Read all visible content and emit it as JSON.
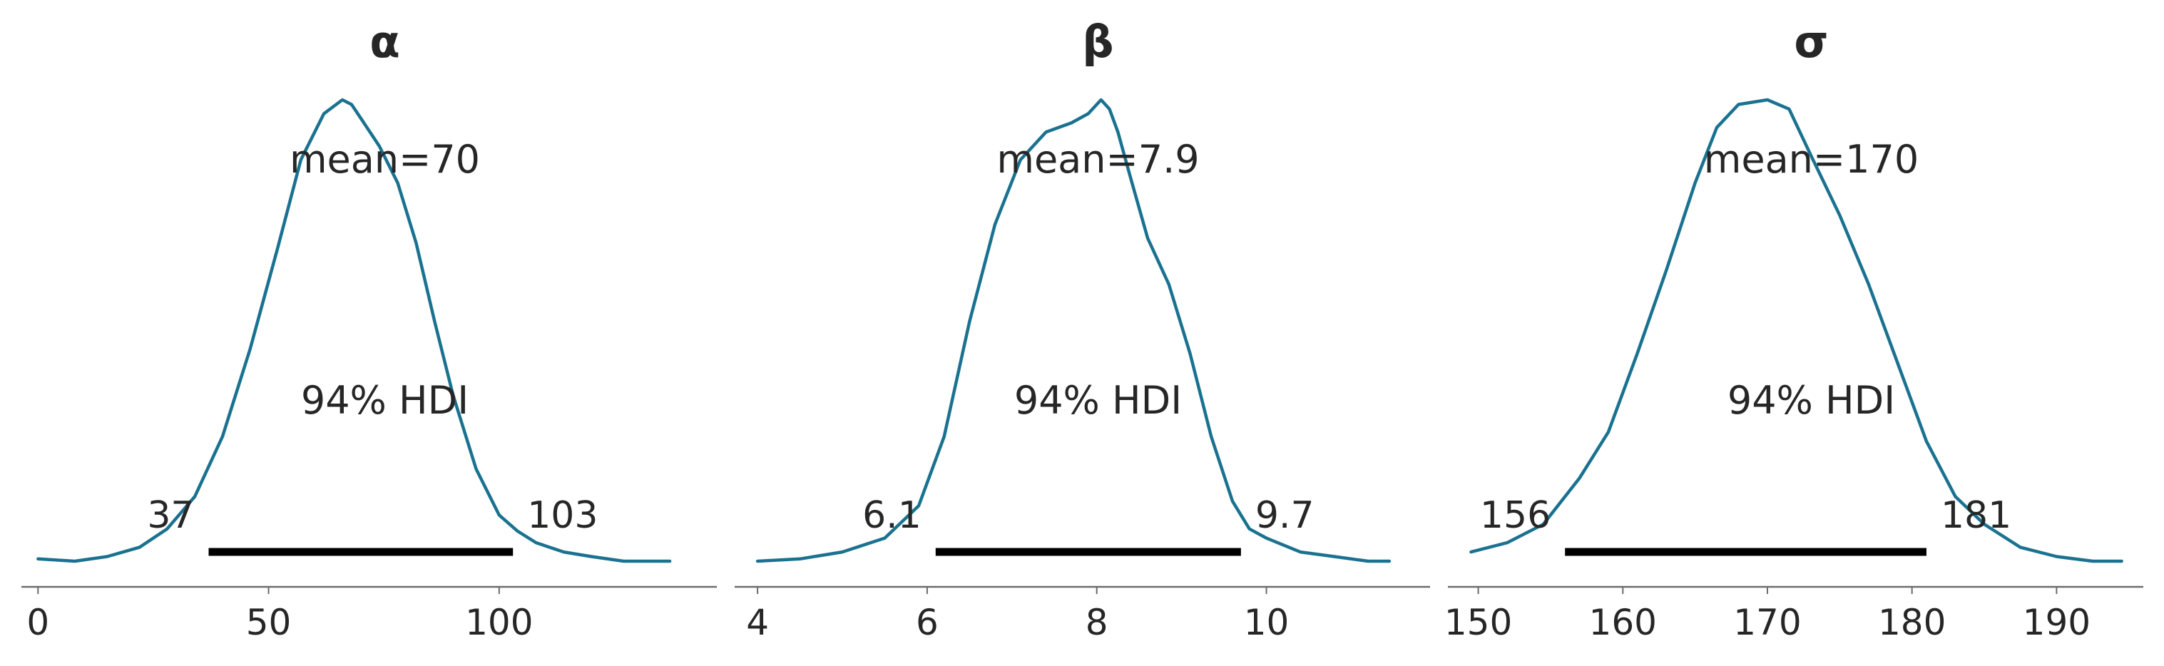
{
  "chart_data": [
    {
      "type": "area",
      "title": "α",
      "xlim": [
        -3.6,
        147.2
      ],
      "ylim": [
        0,
        1
      ],
      "xticks": [
        0,
        50,
        100
      ],
      "mean_label": "mean=70",
      "hdi_label": "94% HDI",
      "hdi": {
        "low": 37,
        "high": 103,
        "low_label": "37",
        "high_label": "103"
      },
      "density": {
        "x": [
          0,
          8,
          15,
          22,
          28,
          34,
          40,
          46,
          52,
          57,
          62,
          66,
          68,
          70,
          74,
          78,
          82,
          86,
          90,
          95,
          100,
          104,
          108,
          114,
          120,
          127,
          133,
          137
        ],
        "y": [
          0.005,
          0.0,
          0.01,
          0.03,
          0.07,
          0.14,
          0.27,
          0.46,
          0.68,
          0.87,
          0.97,
          1.0,
          0.99,
          0.96,
          0.9,
          0.82,
          0.69,
          0.52,
          0.36,
          0.2,
          0.1,
          0.065,
          0.04,
          0.02,
          0.01,
          0.0,
          0.0,
          0.0
        ]
      },
      "color": "#1a7290"
    },
    {
      "type": "area",
      "title": "β",
      "xlim": [
        3.73,
        11.93
      ],
      "ylim": [
        0,
        1
      ],
      "xticks": [
        4,
        6,
        8,
        10
      ],
      "mean_label": "mean=7.9",
      "hdi_label": "94% HDI",
      "hdi": {
        "low": 6.1,
        "high": 9.7,
        "low_label": "6.1",
        "high_label": "9.7"
      },
      "density": {
        "x": [
          4.0,
          4.5,
          5.0,
          5.5,
          5.9,
          6.2,
          6.5,
          6.8,
          7.1,
          7.4,
          7.7,
          7.9,
          8.05,
          8.15,
          8.25,
          8.4,
          8.6,
          8.85,
          9.1,
          9.35,
          9.6,
          9.8,
          10.0,
          10.4,
          10.8,
          11.2,
          11.45
        ],
        "y": [
          0.0,
          0.005,
          0.02,
          0.05,
          0.12,
          0.27,
          0.52,
          0.73,
          0.87,
          0.93,
          0.95,
          0.97,
          1.0,
          0.98,
          0.93,
          0.83,
          0.7,
          0.6,
          0.45,
          0.27,
          0.13,
          0.07,
          0.05,
          0.02,
          0.01,
          0.0,
          0.0
        ]
      },
      "color": "#1a7290"
    },
    {
      "type": "area",
      "title": "σ",
      "xlim": [
        147.9,
        196.0
      ],
      "ylim": [
        0,
        1
      ],
      "xticks": [
        150,
        160,
        170,
        180,
        190
      ],
      "mean_label": "mean=170",
      "hdi_label": "94% HDI",
      "hdi": {
        "low": 156,
        "high": 181,
        "low_label": "156",
        "high_label": "181"
      },
      "density": {
        "x": [
          149.5,
          152,
          154.5,
          157,
          159,
          161,
          163,
          165,
          166.5,
          168,
          170,
          171.5,
          173,
          175,
          177,
          179,
          181,
          183,
          185,
          187.5,
          190,
          192.5,
          194.5
        ],
        "y": [
          0.02,
          0.04,
          0.08,
          0.18,
          0.28,
          0.45,
          0.63,
          0.82,
          0.94,
          0.99,
          1.0,
          0.98,
          0.88,
          0.75,
          0.6,
          0.43,
          0.26,
          0.14,
          0.08,
          0.03,
          0.01,
          0.0,
          0.0
        ]
      },
      "color": "#1a7290"
    }
  ]
}
